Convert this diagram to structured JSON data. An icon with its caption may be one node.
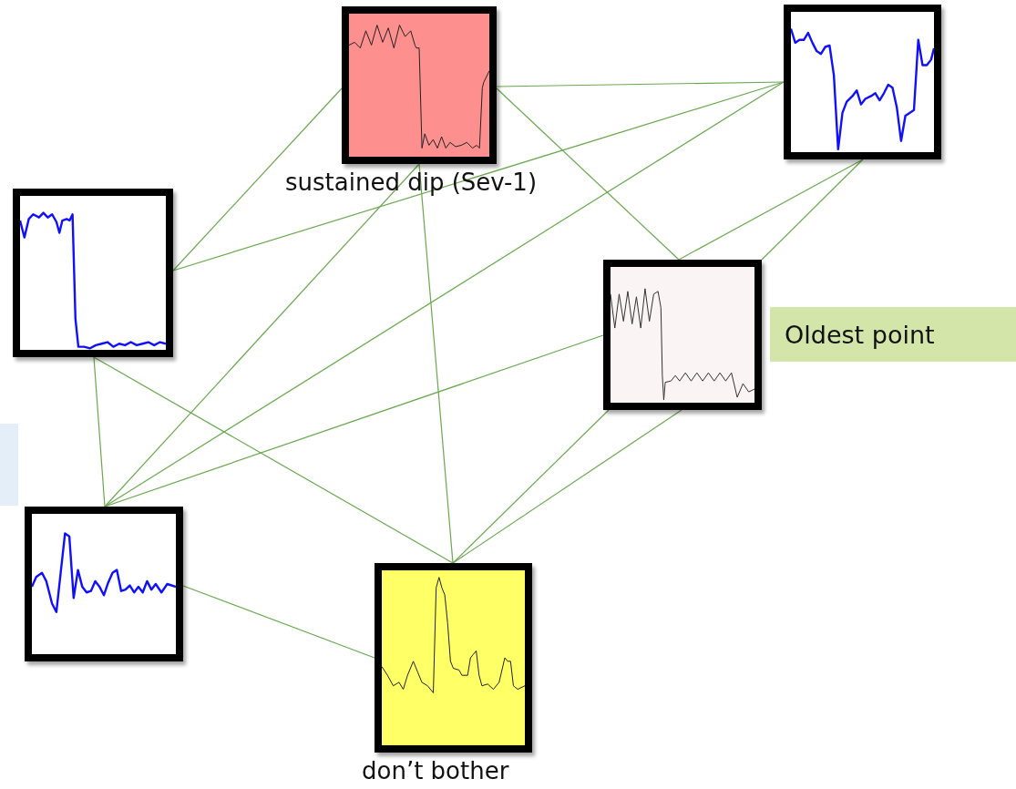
{
  "diagram": {
    "nodes": [
      {
        "text": [
          "sustained dip (Sev-1)"
        ]
      },
      {
        "text": [],
        "shape": "picture"
      },
      {
        "text": [],
        "shape": "picture"
      },
      {
        "text": [],
        "shape": "picture",
        "beside": [
          "Oldest point"
        ]
      },
      {
        "text": [],
        "shape": "picture"
      },
      {
        "text": [
          "don’t bother"
        ]
      }
    ],
    "edges": [
      {
        "from": 2,
        "to": 0,
        "arrow": "none"
      },
      {
        "from": 1,
        "to": 0,
        "arrow": "none"
      },
      {
        "from": 1,
        "to": 2,
        "arrow": "none"
      },
      {
        "from": 1,
        "to": 4,
        "arrow": "none"
      },
      {
        "from": 0,
        "to": 4,
        "arrow": "none"
      },
      {
        "from": 0,
        "to": 5,
        "arrow": "none"
      },
      {
        "from": 0,
        "to": 3,
        "arrow": "none"
      },
      {
        "from": 1,
        "to": 3,
        "arrow": "none"
      },
      {
        "from": 1,
        "to": 3,
        "arrow": "none"
      },
      {
        "from": 2,
        "to": 4,
        "arrow": "none"
      },
      {
        "from": 2,
        "to": 5,
        "arrow": "none"
      },
      {
        "from": 3,
        "to": 4,
        "arrow": "none"
      },
      {
        "from": 3,
        "to": 5,
        "arrow": "none"
      },
      {
        "from": 3,
        "to": 5,
        "arrow": "none"
      },
      {
        "from": 4,
        "to": 5,
        "arrow": "none"
      }
    ]
  }
}
